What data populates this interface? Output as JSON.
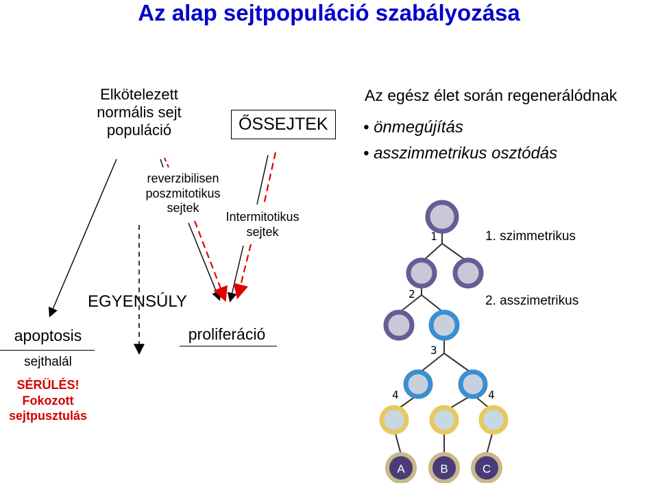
{
  "title": "Az alap sejtpopuláció szabályozása",
  "left": {
    "committed_population": "Elkötelezett normális sejt populáció",
    "reversible_cells": "reverzibilisen poszmitotikus sejtek",
    "stem_cells_box": "ŐSSEJTEK",
    "intermitotic_cells": "Intermitotikus sejtek",
    "equilibrium": "EGYENSÚLY",
    "apoptosis": "apoptosis",
    "cell_death": "sejthalál",
    "injury": "SÉRÜLÉS!",
    "increased_destruction": "Fokozott sejtpusztulás",
    "proliferation": "proliferáció"
  },
  "right": {
    "heading": "Az egész élet során regenerálódnak",
    "bullets": [
      "önmegújítás",
      "asszimmetrikus osztódás"
    ],
    "symmetric_label": "1. szimmetrikus",
    "asymmetric_label": "2. asszimetrikus",
    "level_labels": [
      "1",
      "2",
      "3",
      "4",
      "4"
    ],
    "final_cells": [
      "A",
      "B",
      "C"
    ]
  },
  "colors": {
    "title": "#0000cc",
    "red": "#d40000",
    "dashed_red": "#e00000",
    "stem_cell_fill": "#8878b0",
    "stem_cell_border": "#6a5a95",
    "progenitor_fill": "#8ac8ee",
    "progenitor_border": "#3a8fd0",
    "differentiated_border": "#e8c860",
    "final_cell_fill": "#4a3c78",
    "final_cell_border": "#c8b88a"
  }
}
